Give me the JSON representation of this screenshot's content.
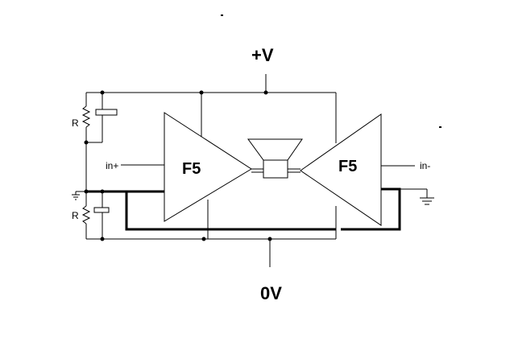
{
  "labels": {
    "supply_positive": "+V",
    "supply_zero": "0V",
    "amp_left": "F5",
    "amp_right": "F5",
    "input_positive": "in+",
    "input_negative": "in-",
    "resistor_top": "R",
    "resistor_bottom": "R"
  },
  "colors": {
    "wire": "#000000",
    "background": "#ffffff"
  }
}
